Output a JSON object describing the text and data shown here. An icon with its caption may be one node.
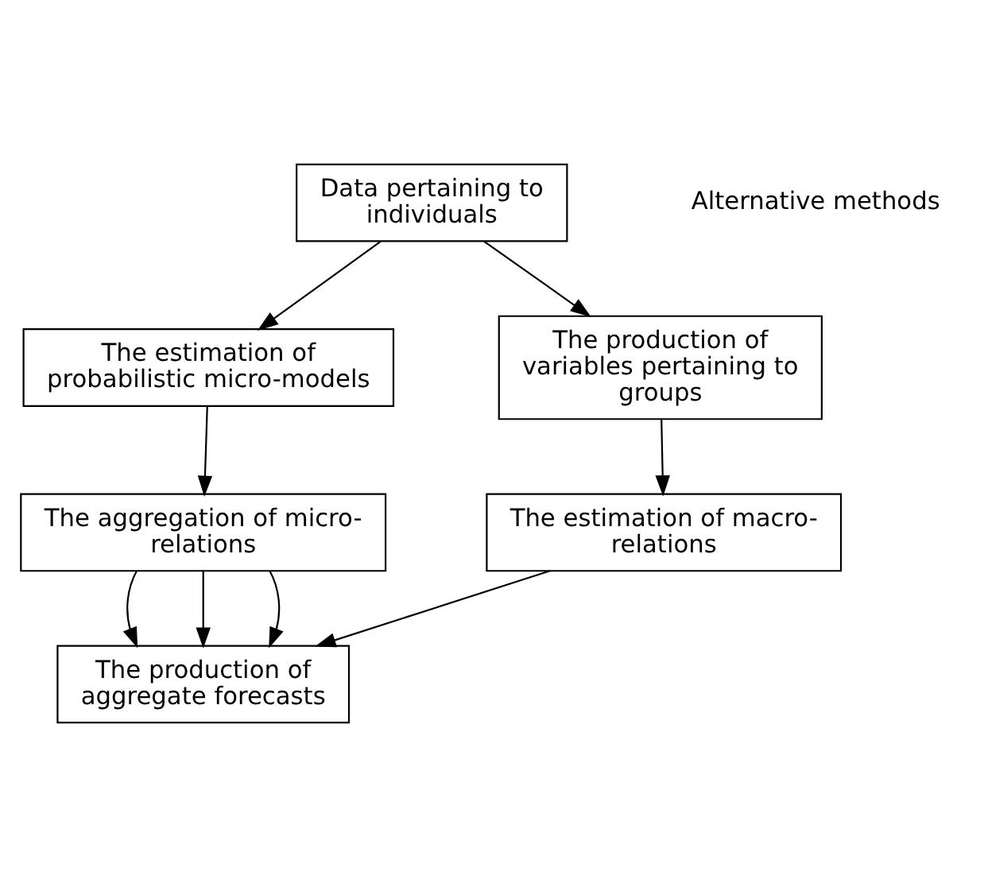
{
  "diagram": {
    "nodes": [
      {
        "text": [
          "Data pertaining to individuals"
        ]
      },
      {
        "text": [
          "The estimation of probabilistic micro-models"
        ]
      },
      {
        "text": [
          "The production of variables pertaining to groups"
        ]
      },
      {
        "text": [
          "The aggregation of micro-relations"
        ]
      },
      {
        "text": [
          "The estimation of macro-relations"
        ]
      },
      {
        "text": [
          "The production of aggregate forecasts"
        ]
      }
    ],
    "edges": [
      {
        "from": 0,
        "to": 1,
        "arrow": "to"
      },
      {
        "from": 0,
        "to": 2,
        "arrow": "to"
      },
      {
        "from": 1,
        "to": 3,
        "arrow": "to"
      },
      {
        "from": 2,
        "to": 4,
        "arrow": "to"
      },
      {
        "from": 3,
        "to": 5,
        "arrow": "to"
      },
      {
        "from": 3,
        "to": 5,
        "arrow": "to"
      },
      {
        "from": 3,
        "to": 5,
        "arrow": "to"
      },
      {
        "from": 4,
        "to": 5,
        "arrow": "to"
      }
    ],
    "labels": [
      "Alternative methods"
    ]
  }
}
